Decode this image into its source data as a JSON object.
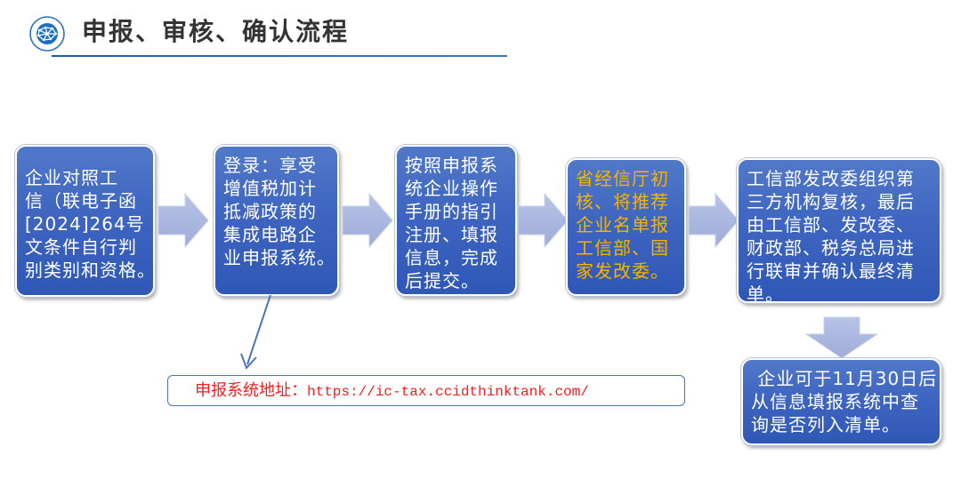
{
  "header": {
    "title": "申报、审核、确认流程",
    "icon": "globe-network-icon",
    "accent_color": "#1f5fa8"
  },
  "steps": [
    {
      "lines": [
        "企业对照工",
        "信（联电子函",
        "[2024]264号",
        "文条件自行判",
        "别类别和资格。"
      ]
    },
    {
      "lines": [
        "登录：享受",
        "增值税加计",
        "抵减政策的",
        "集成电路企",
        "业申报系统。"
      ]
    },
    {
      "lines": [
        "按照申报系",
        "统企业操作",
        "手册的指引",
        "注册、填报",
        "信息，完成",
        "后提交。"
      ]
    },
    {
      "lines": [
        "省经信厅初",
        "核、将推荐",
        "企业名单报",
        "工信部、国",
        "家发改委。"
      ],
      "text_color": "#f5b400"
    },
    {
      "lines": [
        "工信部发改委组织第",
        "三方机构复核，最后",
        "由工信部、发改委、",
        "财政部、税务总局进",
        "行联审并确认最终清",
        "单。"
      ]
    },
    {
      "lines": [
        " 企业可于11月30日后",
        "从信息填报系统中查",
        "询是否列入清单。"
      ]
    }
  ],
  "url_note": {
    "label": "申报系统地址：",
    "url": "https://ic-tax.ccidthinktank.com/",
    "color": "#ff1a1a"
  },
  "colors": {
    "box_fill": "#3e65c0",
    "arrow_fill": "#a9b6dd",
    "pointer_line": "#4a72c4"
  }
}
